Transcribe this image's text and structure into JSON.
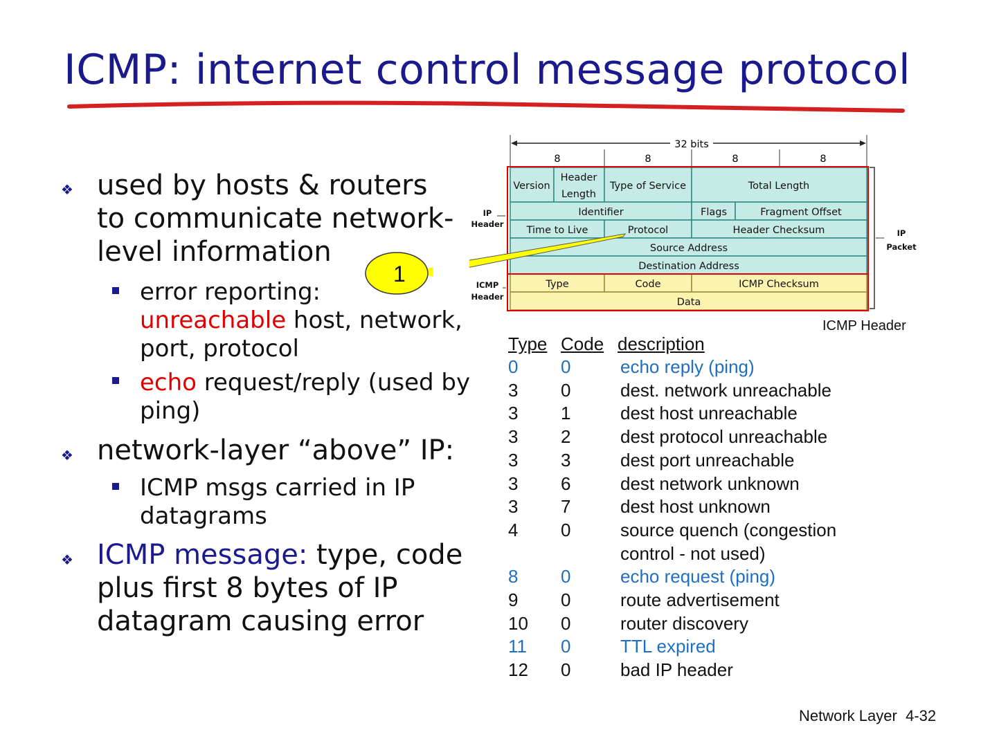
{
  "title": "ICMP: internet control message protocol",
  "bullets": {
    "b1": {
      "lines": [
        "used by hosts & routers",
        "to communicate network-",
        "level information"
      ]
    },
    "b1_sub1": {
      "label": "error reporting:",
      "highlight": "unreachable",
      "rest": "host, network,",
      "line3": "port, protocol"
    },
    "b1_sub2": {
      "highlight": "echo",
      "rest": "request/reply (used by",
      "line2": "ping)"
    },
    "b2": {
      "text": "network-layer “above” IP:"
    },
    "b2_sub1": {
      "lines": [
        "ICMP msgs carried in IP",
        "datagrams"
      ]
    },
    "b3": {
      "highlight": "ICMP message:",
      "rest": "type, code",
      "line2": "plus first 8 bytes of IP",
      "line3": "datagram causing error"
    }
  },
  "diagram": {
    "width_label": "32 bits",
    "byte_labels": [
      "8",
      "8",
      "8",
      "8"
    ],
    "ip_header_label": [
      "IP",
      "Header"
    ],
    "icmp_header_label": [
      "ICMP",
      "Header"
    ],
    "ip_packet_label": [
      "IP",
      "Packet"
    ],
    "callout": "1",
    "fields": {
      "version": "Version",
      "header_length": [
        "Header",
        "Length"
      ],
      "tos": "Type of Service",
      "total_length": "Total Length",
      "identifier": "Identifier",
      "flags": "Flags",
      "fragment_offset": "Fragment Offset",
      "ttl": "Time to Live",
      "protocol": "Protocol",
      "header_checksum": "Header Checksum",
      "source": "Source Address",
      "destination": "Destination Address",
      "type": "Type",
      "code": "Code",
      "icmp_checksum": "ICMP Checksum",
      "data": "Data"
    },
    "caption": "ICMP Header"
  },
  "table": {
    "headers": {
      "type": "Type",
      "code": "Code",
      "desc": "description"
    },
    "rows": [
      {
        "type": "0",
        "code": "0",
        "desc": "echo reply (ping)",
        "highlight": true
      },
      {
        "type": "3",
        "code": "0",
        "desc": "dest. network unreachable",
        "highlight": false
      },
      {
        "type": "3",
        "code": "1",
        "desc": "dest host unreachable",
        "highlight": false
      },
      {
        "type": "3",
        "code": "2",
        "desc": "dest protocol unreachable",
        "highlight": false
      },
      {
        "type": "3",
        "code": "3",
        "desc": "dest port unreachable",
        "highlight": false
      },
      {
        "type": "3",
        "code": "6",
        "desc": "dest network unknown",
        "highlight": false
      },
      {
        "type": "3",
        "code": "7",
        "desc": "dest host unknown",
        "highlight": false
      },
      {
        "type": "4",
        "code": "0",
        "desc": "source quench (congestion",
        "highlight": false
      },
      {
        "type": "",
        "code": "",
        "desc": "control - not used)",
        "highlight": false
      },
      {
        "type": "8",
        "code": "0",
        "desc": "echo request (ping)",
        "highlight": true
      },
      {
        "type": "9",
        "code": "0",
        "desc": "route advertisement",
        "highlight": false
      },
      {
        "type": "10",
        "code": "0",
        "desc": "router discovery",
        "highlight": false
      },
      {
        "type": "11",
        "code": "0",
        "desc": "TTL expired",
        "highlight": true
      },
      {
        "type": "12",
        "code": "0",
        "desc": "bad IP header",
        "highlight": false
      }
    ]
  },
  "footer": {
    "section": "Network Layer",
    "page": "4-32"
  },
  "colors": {
    "title": "#1a1a8c",
    "accent_red": "#e00000",
    "highlight_blue": "#1f6fc0",
    "ip_fill": "#c6ebe6",
    "icmp_fill": "#fdf3b0",
    "callout_fill": "#ffff00"
  }
}
